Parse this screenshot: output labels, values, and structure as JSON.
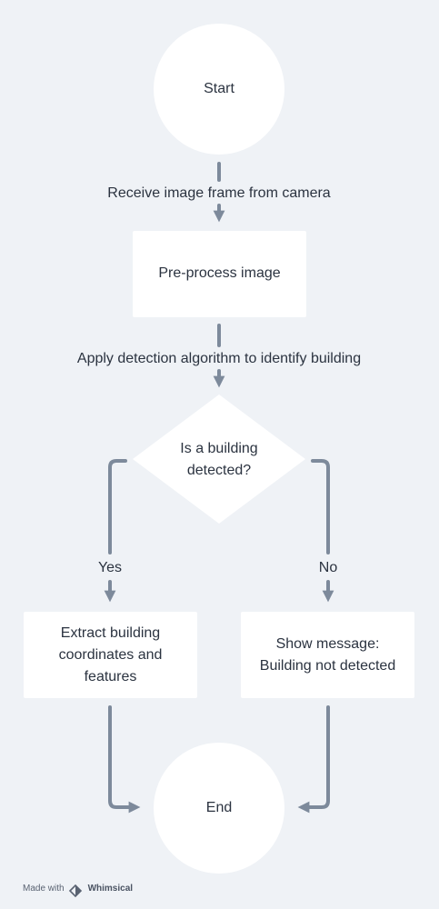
{
  "nodes": {
    "start": "Start",
    "preprocess": "Pre-process image",
    "decision": "Is a building detected?",
    "extract": "Extract building coordinates and features",
    "show_message": "Show message: Building not detected",
    "end": "End"
  },
  "edges": {
    "start_to_preprocess": "Receive image frame from camera",
    "preprocess_to_decision": "Apply detection algorithm to identify building",
    "yes": "Yes",
    "no": "No"
  },
  "footer": {
    "made_with": "Made with",
    "brand": "Whimsical"
  },
  "colors": {
    "background": "#eff2f6",
    "node_fill": "#ffffff",
    "connector": "#7d8a9b",
    "text": "#2b3340"
  }
}
